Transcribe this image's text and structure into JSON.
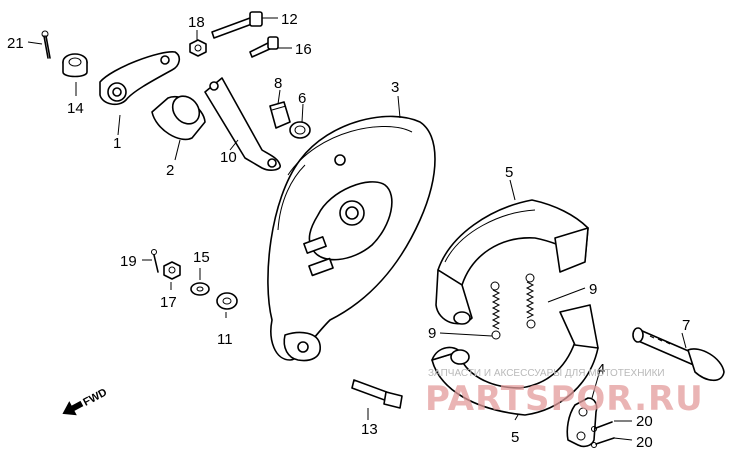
{
  "labels": [
    {
      "id": "p1",
      "text": "1"
    },
    {
      "id": "p2",
      "text": "2"
    },
    {
      "id": "p3",
      "text": "3"
    },
    {
      "id": "p4",
      "text": "4"
    },
    {
      "id": "p5a",
      "text": "5"
    },
    {
      "id": "p5b",
      "text": "5"
    },
    {
      "id": "p6",
      "text": "6"
    },
    {
      "id": "p7",
      "text": "7"
    },
    {
      "id": "p8",
      "text": "8"
    },
    {
      "id": "p9a",
      "text": "9"
    },
    {
      "id": "p9b",
      "text": "9"
    },
    {
      "id": "p10",
      "text": "10"
    },
    {
      "id": "p11",
      "text": "11"
    },
    {
      "id": "p12",
      "text": "12"
    },
    {
      "id": "p13",
      "text": "13"
    },
    {
      "id": "p14",
      "text": "14"
    },
    {
      "id": "p15",
      "text": "15"
    },
    {
      "id": "p16",
      "text": "16"
    },
    {
      "id": "p17",
      "text": "17"
    },
    {
      "id": "p18",
      "text": "18"
    },
    {
      "id": "p19",
      "text": "19"
    },
    {
      "id": "p20a",
      "text": "20"
    },
    {
      "id": "p20b",
      "text": "20"
    },
    {
      "id": "p21",
      "text": "21"
    }
  ],
  "direction": {
    "text": "FWD",
    "icon": "forward-arrow-icon"
  },
  "watermark": {
    "brand": "PARTSPOR.RU",
    "tagline": "ЗАПЧАСТИ И АКСЕССУАРЫ ДЛЯ МОТОТЕХНИКИ",
    "color": "#e39c9c"
  }
}
